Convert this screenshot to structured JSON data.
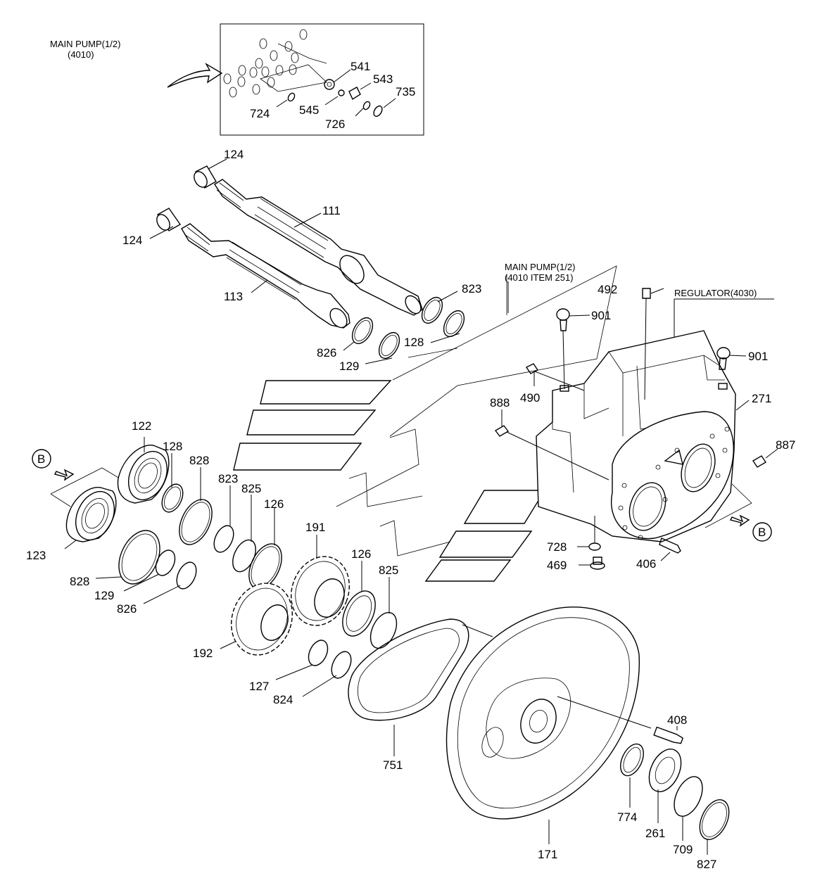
{
  "captions": {
    "main_pump_top_1": "MAIN PUMP(1/2)",
    "main_pump_top_2": "(4010)",
    "main_pump_mid_1": "MAIN PUMP(1/2)",
    "main_pump_mid_2": "(4010 ITEM 251)",
    "regulator": "REGULATOR(4030)",
    "view_b_left": "B",
    "view_b_right": "B"
  },
  "part_labels": {
    "p541": "541",
    "p543": "543",
    "p735": "735",
    "p724": "724",
    "p545": "545",
    "p726": "726",
    "p124a": "124",
    "p124b": "124",
    "p111": "111",
    "p113": "113",
    "p823a": "823",
    "p826a": "826",
    "p128a": "128",
    "p129a": "129",
    "p492": "492",
    "p901a": "901",
    "p901b": "901",
    "p490": "490",
    "p271": "271",
    "p888": "888",
    "p887": "887",
    "p728": "728",
    "p469": "469",
    "p406": "406",
    "p122": "122",
    "p128b": "128",
    "p828a": "828",
    "p823b": "823",
    "p825a": "825",
    "p126a": "126",
    "p191": "191",
    "p126b": "126",
    "p825b": "825",
    "p123": "123",
    "p828b": "828",
    "p129b": "129",
    "p826b": "826",
    "p192": "192",
    "p127": "127",
    "p824": "824",
    "p751": "751",
    "p408": "408",
    "p774": "774",
    "p261": "261",
    "p709": "709",
    "p827": "827",
    "p171": "171"
  }
}
